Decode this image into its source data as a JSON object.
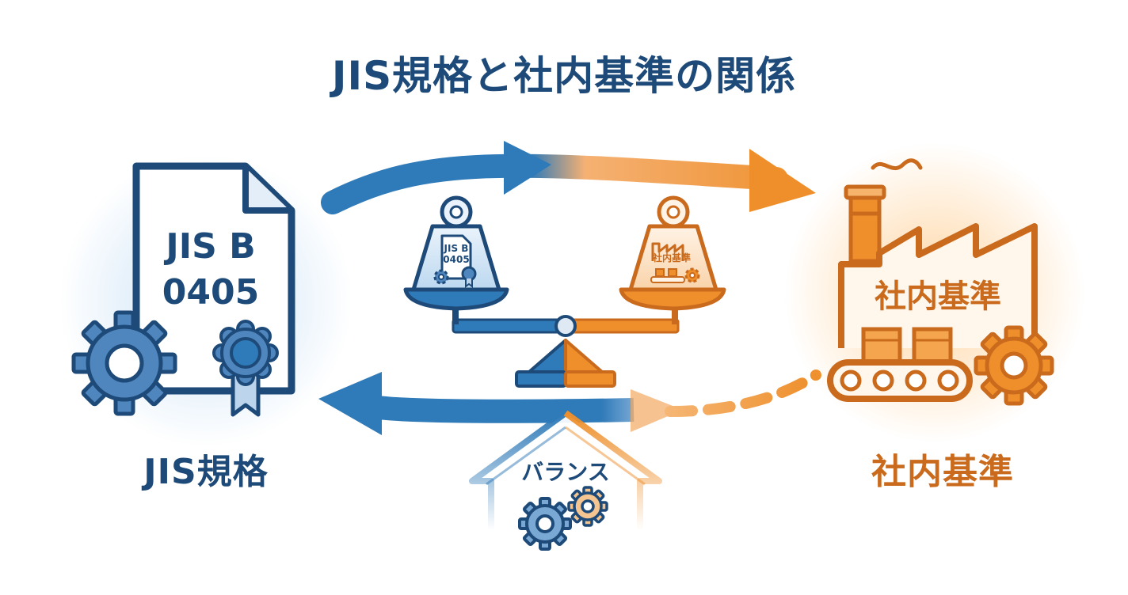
{
  "title": "JIS規格と社内基準の関係",
  "jis": {
    "document_line1": "JIS B",
    "document_line2": "0405",
    "weight_line1": "JIS B",
    "weight_line2": "0405",
    "label": "JIS規格"
  },
  "company": {
    "factory_text": "社内基準",
    "weight_text": "社内基準",
    "label": "社内基準"
  },
  "balance_label": "バランス",
  "colors": {
    "blue": "#2f7ab8",
    "navy": "#1d4a78",
    "orange": "#ee8f2b",
    "dark_orange": "#c96a1c"
  }
}
